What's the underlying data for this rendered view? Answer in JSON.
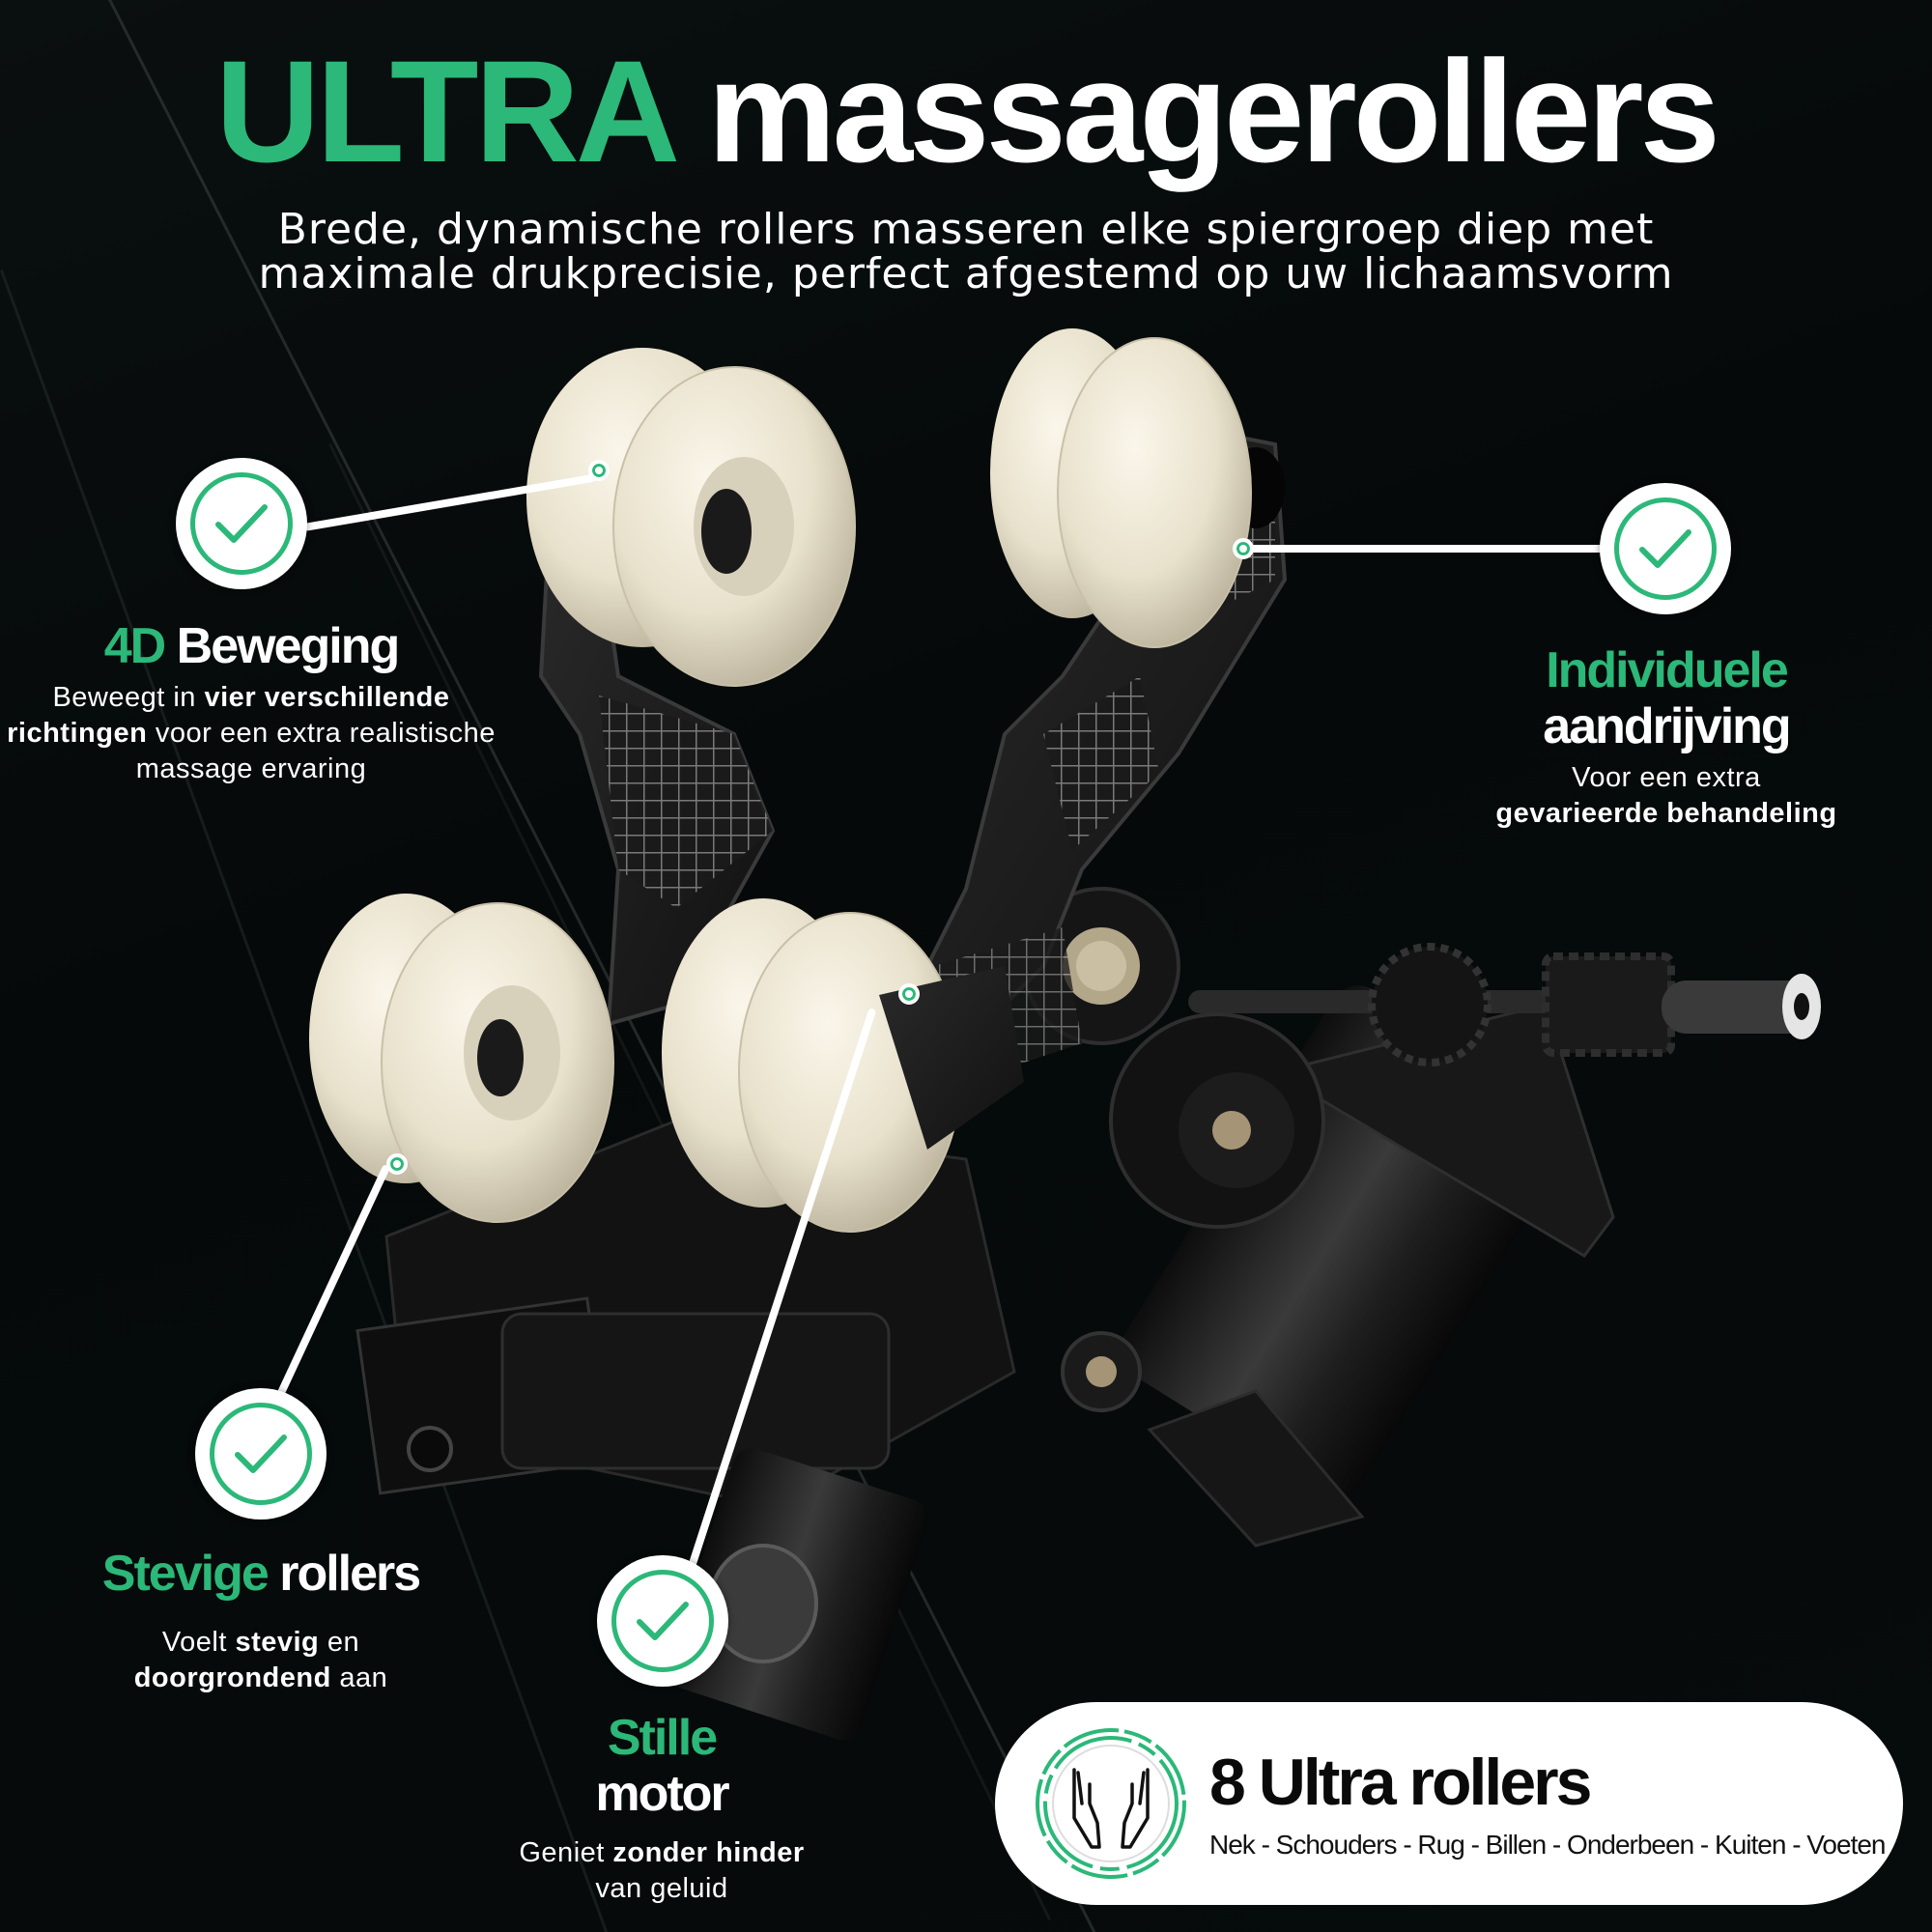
{
  "header": {
    "title_accent": "ULTRA",
    "title_main": "massagerollers",
    "subtitle_line1": "Brede, dynamische rollers masseren elke spiergroep diep met",
    "subtitle_line2": "maximale drukprecisie, perfect afgestemd op uw lichaamsvorm"
  },
  "colors": {
    "accent": "#2bb878",
    "background": "#050909",
    "roller": "#ece6d4",
    "text": "#ffffff"
  },
  "features": [
    {
      "id": "4d-beweging",
      "icon": "check-circle-icon",
      "title_accent": "4D",
      "title_main": "Beweging",
      "desc_parts": [
        "Beweegt in ",
        "vier verschillende richtingen",
        " voor een extra realistische massage ervaring"
      ]
    },
    {
      "id": "individuele-aandrijving",
      "icon": "check-circle-icon",
      "title_accent": "Individuele",
      "title_main": "aandrijving",
      "desc_parts": [
        "Voor een extra",
        "gevarieerde behandeling"
      ]
    },
    {
      "id": "stevige-rollers",
      "icon": "check-circle-icon",
      "title_accent": "Stevige",
      "title_main": "rollers",
      "desc_parts": [
        "Voelt ",
        "stevig",
        " en ",
        "doorgrondend",
        " aan"
      ]
    },
    {
      "id": "stille-motor",
      "icon": "check-circle-icon",
      "title_accent": "Stille",
      "title_main": "motor",
      "desc_parts": [
        "Geniet ",
        "zonder hinder",
        " van geluid"
      ]
    }
  ],
  "badge": {
    "icon": "hands-icon",
    "title": "8 Ultra rollers",
    "areas": "Nek - Schouders - Rug - Billen - Onderbeen - Kuiten - Voeten"
  }
}
